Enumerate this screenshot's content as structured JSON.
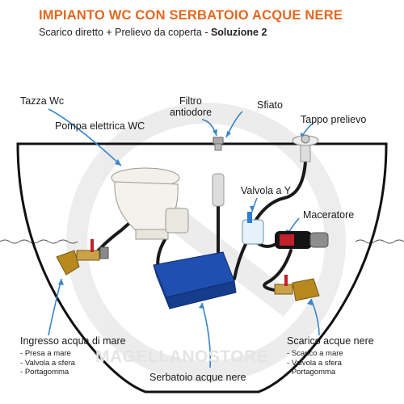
{
  "colors": {
    "accent": "#e4671f",
    "callout": "#3a86c8",
    "hull": "#111111",
    "hose": "#1a1a1a",
    "tank": "#1f4fb0",
    "watermark": "#e4e4e4"
  },
  "header": {
    "title": "IMPIANTO WC CON SERBATOIO ACQUE NERE",
    "subtitle": "Scarico diretto + Prelievo da coperta - ",
    "subtitle_bold": "Soluzione 2"
  },
  "labels": {
    "tazza_wc": "Tazza Wc",
    "pompa": "Pompa elettrica WC",
    "filtro_1": "Filtro",
    "filtro_2": "antiodore",
    "sfiato": "Sfiato",
    "tappo": "Tappo prelievo",
    "valvola_y": "Valvola a Y",
    "maceratore": "Maceratore",
    "ingresso": "Ingresso acqua di mare",
    "scarico": "Scarico acque nere",
    "serbatoio": "Serbatoio acque nere"
  },
  "ingresso_items": [
    "Presa a mare",
    "Valvola a sfera",
    "Portagomma"
  ],
  "scarico_items": [
    "Scarico a mare",
    "Valvola a sfera",
    "Portagomma"
  ],
  "watermark": "MAGELLANOSTORE"
}
